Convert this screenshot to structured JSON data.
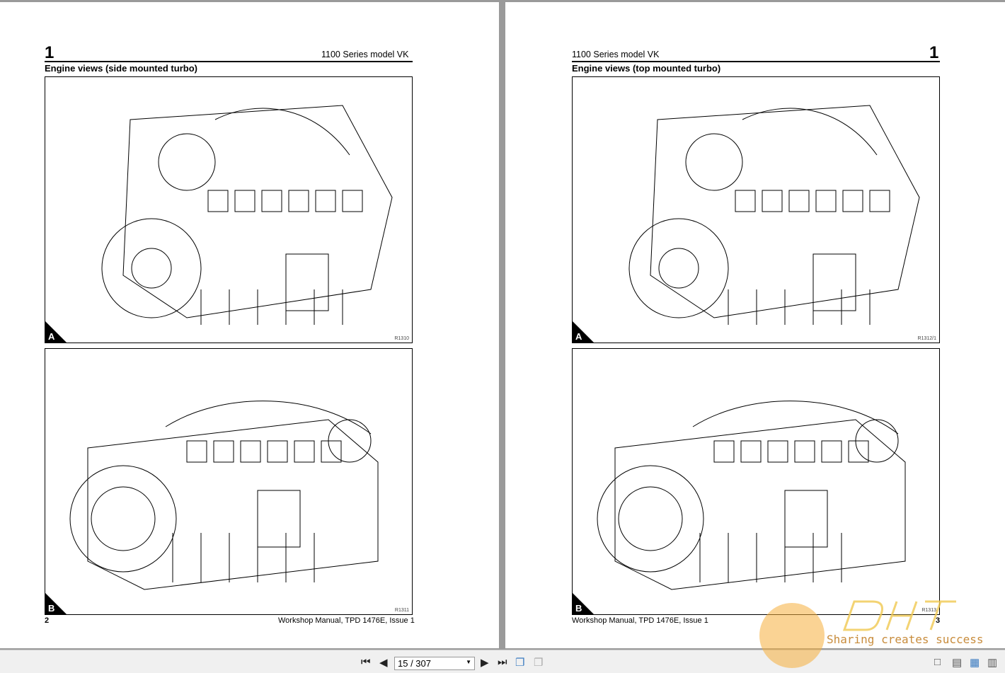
{
  "pages": [
    {
      "section": "1",
      "model": "1100 Series model VK",
      "caption": "Engine views (side mounted turbo)",
      "figures": [
        {
          "letter": "A",
          "ref": "R1310"
        },
        {
          "letter": "B",
          "ref": "R1311"
        }
      ],
      "footer": "Workshop Manual, TPD 1476E, Issue 1",
      "page_number": "2"
    },
    {
      "section": "1",
      "model": "1100 Series model VK",
      "caption": "Engine views (top mounted turbo)",
      "figures": [
        {
          "letter": "A",
          "ref": "R1312/1"
        },
        {
          "letter": "B",
          "ref": "R1313"
        }
      ],
      "footer": "Workshop Manual, TPD 1476E, Issue 1",
      "page_number": "3"
    }
  ],
  "toolbar": {
    "page_indicator": "15 / 307",
    "first_icon": "first-page-icon",
    "prev_icon": "prev-page-icon",
    "next_icon": "next-page-icon",
    "last_icon": "last-page-icon"
  },
  "watermark": {
    "logo": "DHT",
    "slogan": "Sharing creates success"
  }
}
